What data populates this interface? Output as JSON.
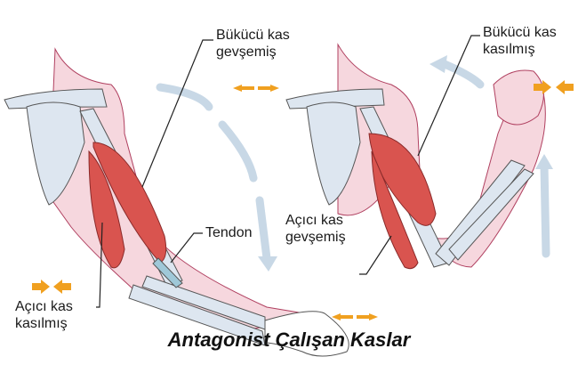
{
  "title": "Antagonist Çalışan Kaslar",
  "left_arm": {
    "flexor_label_line1": "Bükücü kas",
    "flexor_label_line2": "gevşemiş",
    "tendon_label": "Tendon",
    "extensor_label_line1": "Açıcı kas",
    "extensor_label_line2": "kasılmış"
  },
  "right_arm": {
    "flexor_label_line1": "Bükücü kas",
    "flexor_label_line2": "kasılmış",
    "extensor_label_line1": "Açıcı kas",
    "extensor_label_line2": "gevşemiş"
  },
  "colors": {
    "muscle": "#d9544f",
    "bone": "#dde6f0",
    "skin": "#f6d7de",
    "arrow_orange": "#f0a020",
    "motion_arrow": "#c8d8e6"
  }
}
